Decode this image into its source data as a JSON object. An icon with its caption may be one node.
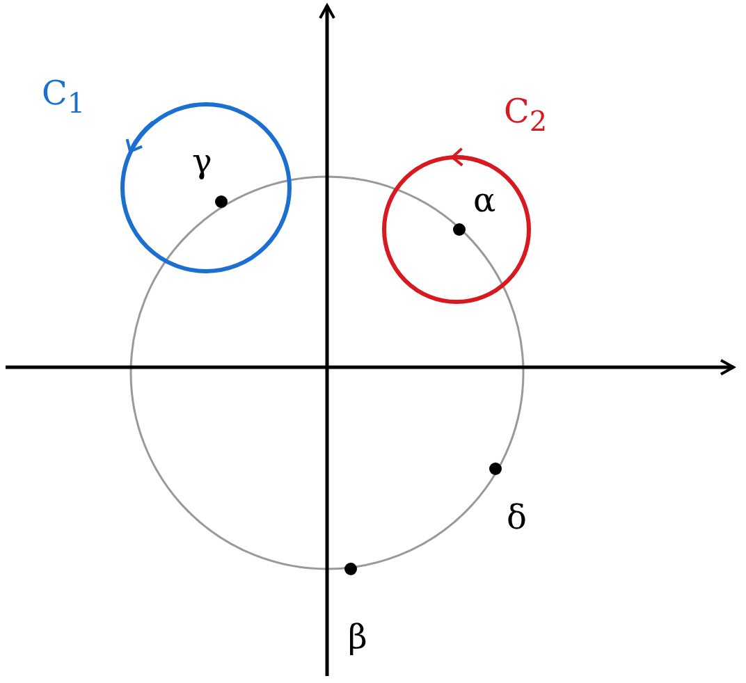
{
  "diagram": {
    "labels": [
      "C$_{1}$",
      "C$_{2}$",
      "γ",
      "α",
      "δ",
      "β"
    ]
  }
}
